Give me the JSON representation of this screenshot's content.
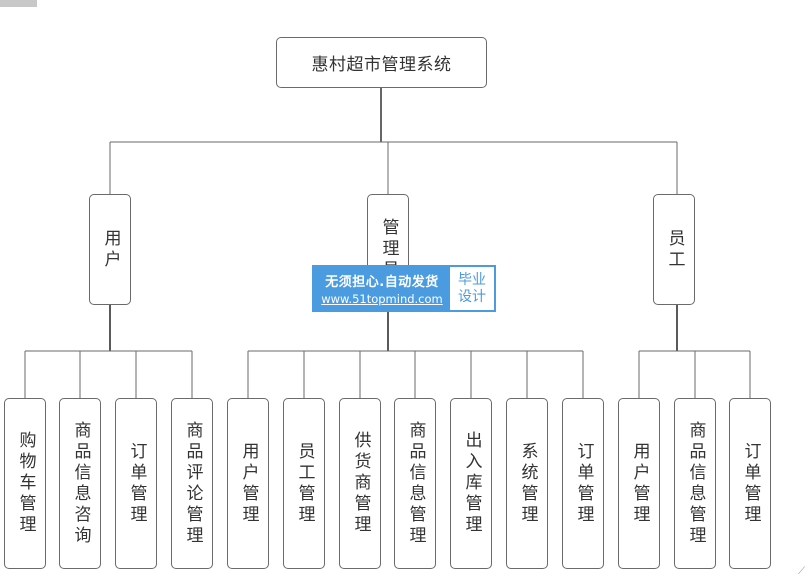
{
  "diagram": {
    "root": "惠村超市管理系统",
    "categories": [
      {
        "label": "用户",
        "children": [
          "购物车管理",
          "商品信息咨询",
          "订单管理",
          "商品评论管理"
        ]
      },
      {
        "label": "管理员",
        "children": [
          "用户管理",
          "员工管理",
          "供货商管理",
          "商品信息管理",
          "出入库管理",
          "系统管理",
          "订单管理"
        ]
      },
      {
        "label": "员工",
        "children": [
          "用户管理",
          "商品信息管理",
          "订单管理"
        ]
      }
    ]
  },
  "watermark": {
    "line1": "无须担心.自动发货",
    "line2": "www.51topmind.com",
    "badge_line1": "毕业",
    "badge_line2": "设计"
  },
  "colors": {
    "line": "#6a6a6a",
    "watermark_bg": "#4a9be0"
  }
}
